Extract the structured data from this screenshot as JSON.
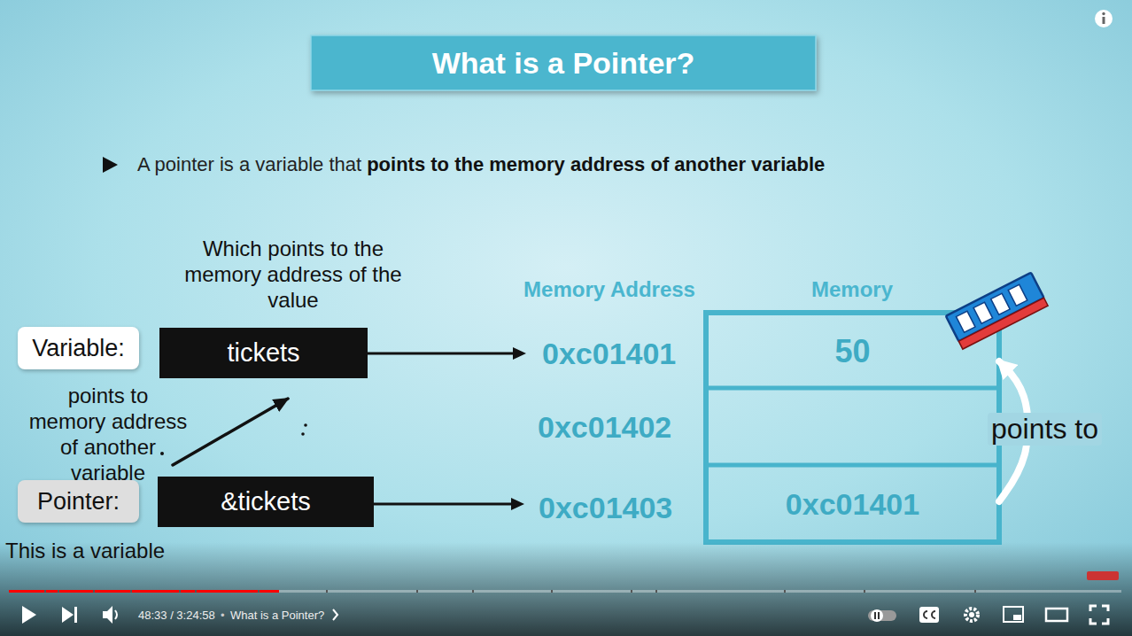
{
  "diagram": {
    "title": "What is a Pointer?",
    "nodes": [
      {
        "text": [
          "Variable:"
        ]
      },
      {
        "text": [
          "tickets"
        ]
      },
      {
        "text": [
          "Pointer:"
        ]
      },
      {
        "text": [
          "&tickets"
        ]
      },
      {
        "text": [
          "50"
        ]
      },
      {
        "text": [
          "0xc01401"
        ]
      }
    ],
    "edges": [
      {
        "from": 3,
        "to": 1,
        "arrow": "to"
      },
      {
        "from": 5,
        "to": 4,
        "label": "points to",
        "arrow": "to"
      }
    ],
    "labels": [
      "A pointer is a variable that",
      "points to the memory address of another variable",
      "Which points to the memory address of the value",
      "Memory Address",
      "Memory",
      "0xc01401",
      "0xc01402",
      "0xc01403",
      "points to memory address of another variable",
      "This is a variable",
      "48:33 / 3:24:58",
      "•",
      "What is a Pointer?"
    ]
  }
}
